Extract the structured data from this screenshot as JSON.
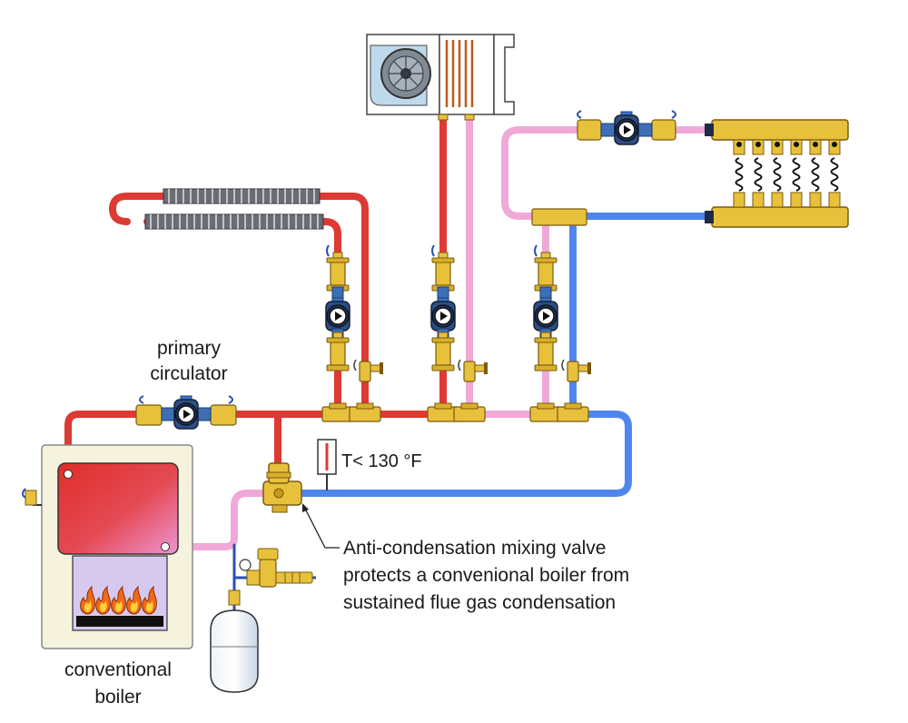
{
  "labels": {
    "primary_line1": "primary",
    "primary_line2": "circulator",
    "temp": "T< 130 °F",
    "note_line1": "Anti-condensation mixing valve",
    "note_line2": "protects a convenional boiler from",
    "note_line3": "sustained flue gas condensation",
    "boiler_line1": "conventional",
    "boiler_line2": "boiler"
  },
  "colors": {
    "supply": "#dd3a34",
    "return_mixed": "#f0a8d8",
    "return_cold": "#4f86ee",
    "brass": "#e7c13c",
    "pump_blue": "#3e6fb5"
  },
  "icons": [
    "fan-coil-icon",
    "baseboard-icon",
    "manifold-icon",
    "circulator-icon",
    "mixing-valve-icon",
    "expansion-tank-icon",
    "flame-icon",
    "thermometer-icon"
  ]
}
